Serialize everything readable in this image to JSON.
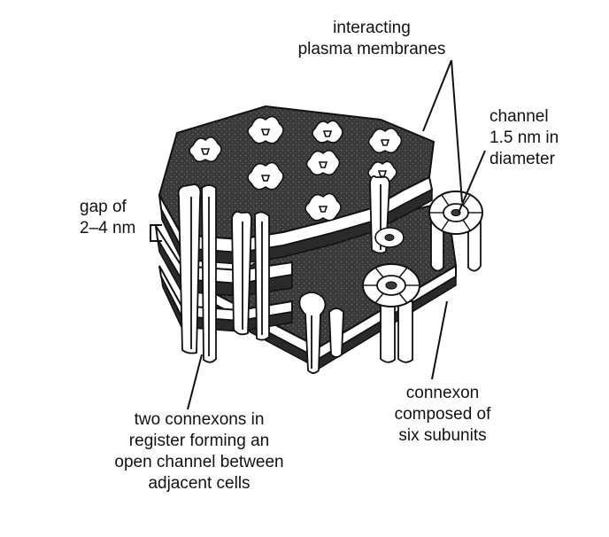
{
  "labels": {
    "interacting_membranes": [
      "interacting",
      "plasma membranes"
    ],
    "channel": [
      "channel",
      "1.5 nm in",
      "diameter"
    ],
    "gap": [
      "gap of",
      "2–4 nm"
    ],
    "connexon": [
      "connexon",
      "composed of",
      "six subunits"
    ],
    "two_connexons": [
      "two connexons in",
      "register forming an",
      "open channel between",
      "adjacent cells"
    ]
  },
  "colors": {
    "membrane_fill": "#3a3a3a",
    "ink": "#111111",
    "protein_fill": "#ffffff",
    "background": "#ffffff"
  }
}
